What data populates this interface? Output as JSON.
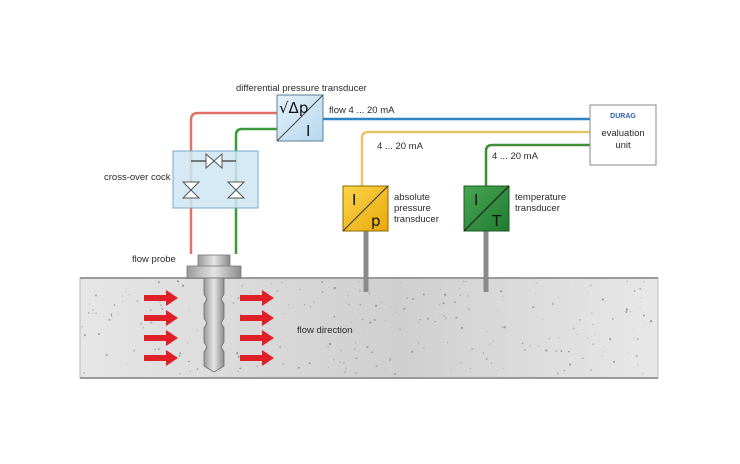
{
  "labels": {
    "dp_transducer": "differential pressure transducer",
    "flow_signal": "flow 4 ... 20 mA",
    "abs_signal": "4 ... 20 mA",
    "temp_signal": "4 ... 20 mA",
    "cross_over": "cross-over cock",
    "flow_probe": "flow probe",
    "flow_direction": "flow direction",
    "abs_line1": "absolute",
    "abs_line2": "pressure",
    "abs_line3": "transducer",
    "temp_line1": "temperature",
    "temp_line2": "transducer",
    "eval_brand": "DURAG",
    "eval_line1": "evaluation",
    "eval_line2": "unit"
  },
  "symbols": {
    "dp_top": "√Δp",
    "dp_bottom": "I",
    "abs_top": "I",
    "abs_bottom": "p",
    "temp_top": "I",
    "temp_bottom": "T"
  },
  "colors": {
    "flow_line": "#2e83c4",
    "abs_line": "#e8c66a",
    "temp_line": "#3f8f35",
    "red_line": "#e0726a",
    "green_line": "#3a9a3a",
    "abs_box": "#f4c01e",
    "temp_box": "#2f8f3f",
    "dp_box": "#cfe6f4",
    "arrow": "#e01f26",
    "duct": "#dcdcdc"
  }
}
